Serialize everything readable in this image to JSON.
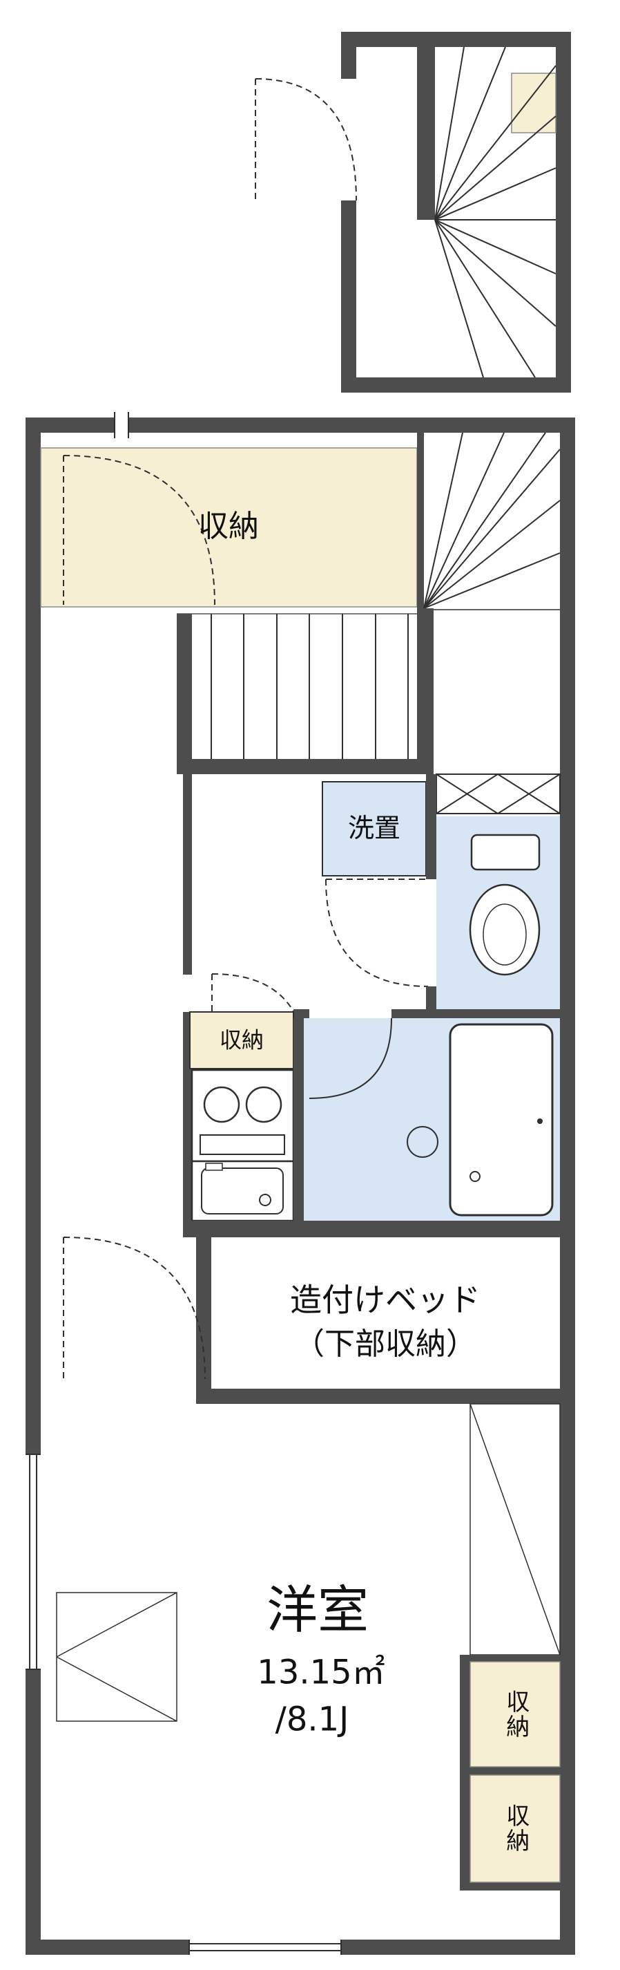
{
  "plan": {
    "upper_storage_label": "収納",
    "washer_label": "洗置",
    "kitchen_storage_label": "収納",
    "bed_label_line1": "造付けベッド",
    "bed_label_line2": "（下部収納）",
    "room_label": "洋室",
    "room_area_m2": "13.15㎡",
    "room_area_jo": "/8.1J",
    "right_storage_top_label": "収納",
    "right_storage_bottom_label": "収納"
  },
  "colors": {
    "wall": "#4d4d4d",
    "storage_fill": "#f7efd4",
    "water_fill": "#d8e5f4",
    "line": "#2f2f2f"
  }
}
